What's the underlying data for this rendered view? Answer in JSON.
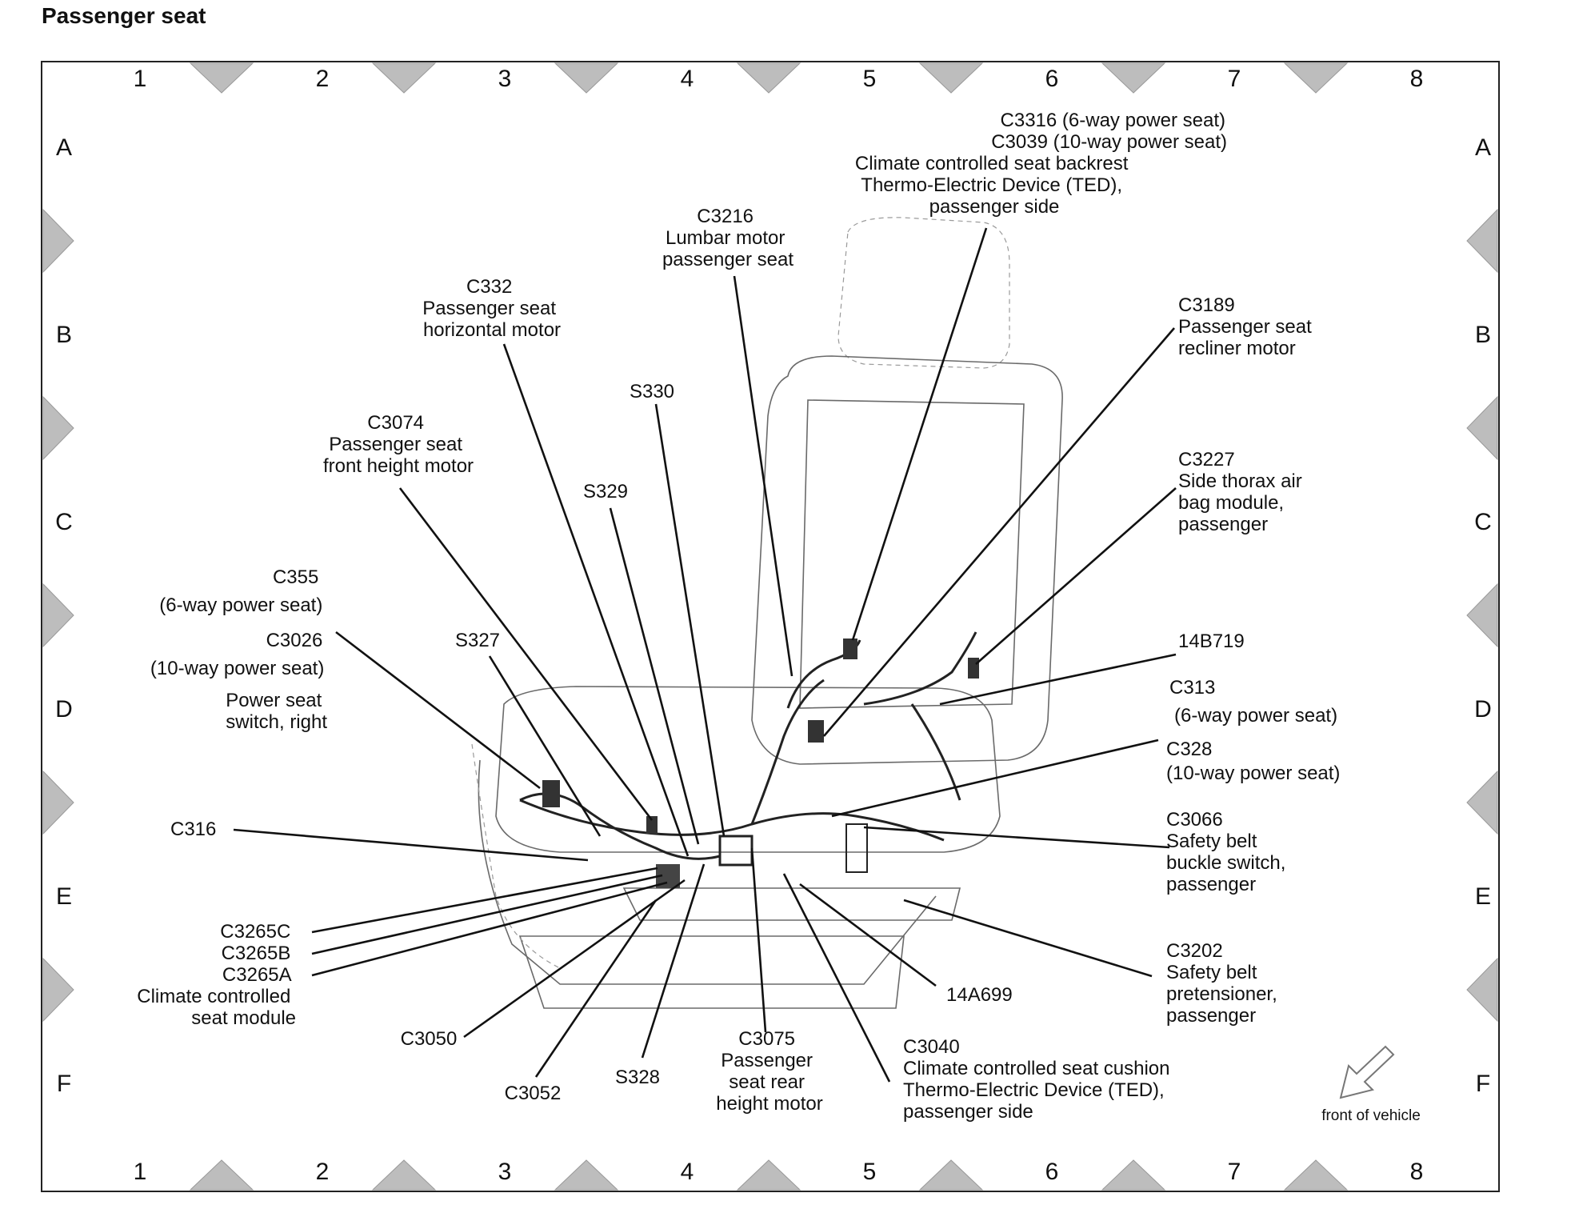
{
  "page_title": "Passenger seat",
  "grid": {
    "columns": [
      "1",
      "2",
      "3",
      "4",
      "5",
      "6",
      "7",
      "8"
    ],
    "rows": [
      "A",
      "B",
      "C",
      "D",
      "E",
      "F"
    ]
  },
  "callouts": [
    {
      "id": "c3316",
      "lines": [
        "C3316  (6-way power seat)"
      ]
    },
    {
      "id": "c3039",
      "lines": [
        "C3039 (10-way power seat)"
      ]
    },
    {
      "id": "ted-backrest",
      "lines": [
        "Climate controlled seat backrest",
        "Thermo-Electric Device (TED),",
        "passenger side"
      ]
    },
    {
      "id": "c3216",
      "lines": [
        "C3216",
        "Lumbar motor",
        "passenger seat"
      ]
    },
    {
      "id": "c332",
      "lines": [
        "C332",
        "Passenger seat",
        "horizontal motor"
      ]
    },
    {
      "id": "c3189",
      "lines": [
        "C3189",
        "Passenger seat",
        "recliner motor"
      ]
    },
    {
      "id": "s330",
      "lines": [
        "S330"
      ]
    },
    {
      "id": "c3074",
      "lines": [
        "C3074",
        "Passenger seat",
        "front height motor"
      ]
    },
    {
      "id": "c3227",
      "lines": [
        "C3227",
        "Side thorax air",
        "bag module,",
        "passenger"
      ]
    },
    {
      "id": "s329",
      "lines": [
        "S329"
      ]
    },
    {
      "id": "c355",
      "lines": [
        "C355",
        "(6-way power seat)",
        "C3026",
        "(10-way power seat)",
        "Power seat",
        "switch, right"
      ]
    },
    {
      "id": "s327",
      "lines": [
        "S327"
      ]
    },
    {
      "id": "14b719",
      "lines": [
        "14B719"
      ]
    },
    {
      "id": "c313",
      "lines": [
        "C313",
        "(6-way power seat)",
        "C328",
        "(10-way power seat)"
      ]
    },
    {
      "id": "c316",
      "lines": [
        "C316"
      ]
    },
    {
      "id": "c3066",
      "lines": [
        "C3066",
        "Safety belt",
        "buckle switch,",
        "passenger"
      ]
    },
    {
      "id": "c3265",
      "lines": [
        "C3265C",
        "C3265B",
        "C3265A",
        "Climate controlled",
        "seat module"
      ]
    },
    {
      "id": "c3202",
      "lines": [
        "C3202",
        "Safety belt",
        "pretensioner,",
        "passenger"
      ]
    },
    {
      "id": "14a699",
      "lines": [
        "14A699"
      ]
    },
    {
      "id": "c3050",
      "lines": [
        "C3050"
      ]
    },
    {
      "id": "c3075",
      "lines": [
        "C3075",
        "Passenger",
        "seat rear",
        "height motor"
      ]
    },
    {
      "id": "c3040",
      "lines": [
        "C3040",
        "Climate controlled seat cushion",
        "Thermo-Electric Device (TED),",
        "passenger side"
      ]
    },
    {
      "id": "c3052",
      "lines": [
        "C3052"
      ]
    },
    {
      "id": "s328",
      "lines": [
        "S328"
      ]
    }
  ],
  "orientation": {
    "label": "front of vehicle",
    "icon": "front-of-vehicle-arrow-icon"
  },
  "colors": {
    "line": "#111111",
    "seat_outline": "#6a6a6a",
    "grid_marker": "#bdbdbd"
  }
}
